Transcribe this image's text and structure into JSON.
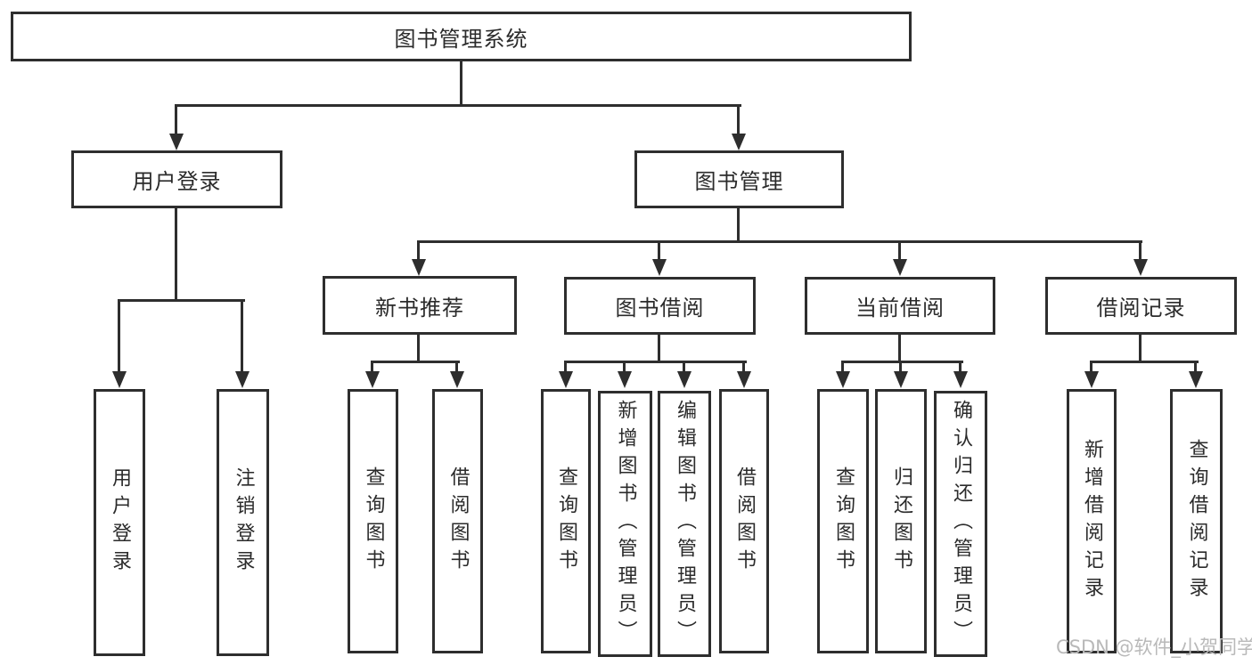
{
  "tree": {
    "label": "图书管理系统",
    "children": [
      {
        "label": "用户登录",
        "children": [
          {
            "label": "用户登录"
          },
          {
            "label": "注销登录"
          }
        ]
      },
      {
        "label": "图书管理",
        "children": [
          {
            "label": "新书推荐",
            "children": [
              {
                "label": "查询图书"
              },
              {
                "label": "借阅图书"
              }
            ]
          },
          {
            "label": "图书借阅",
            "children": [
              {
                "label": "查询图书"
              },
              {
                "label": "新增图书（管理员）"
              },
              {
                "label": "编辑图书（管理员）"
              },
              {
                "label": "借阅图书"
              }
            ]
          },
          {
            "label": "当前借阅",
            "children": [
              {
                "label": "查询图书"
              },
              {
                "label": "归还图书"
              },
              {
                "label": "确认归还（管理员）"
              }
            ]
          },
          {
            "label": "借阅记录",
            "children": [
              {
                "label": "新增借阅记录"
              },
              {
                "label": "查询借阅记录"
              }
            ]
          }
        ]
      }
    ]
  },
  "watermark": "CSDN @软件_小贺同学",
  "colors": {
    "line": "#2e2e2e",
    "text": "#2b2b2b",
    "background": "#ffffff",
    "watermark": "#b9b9b9"
  }
}
